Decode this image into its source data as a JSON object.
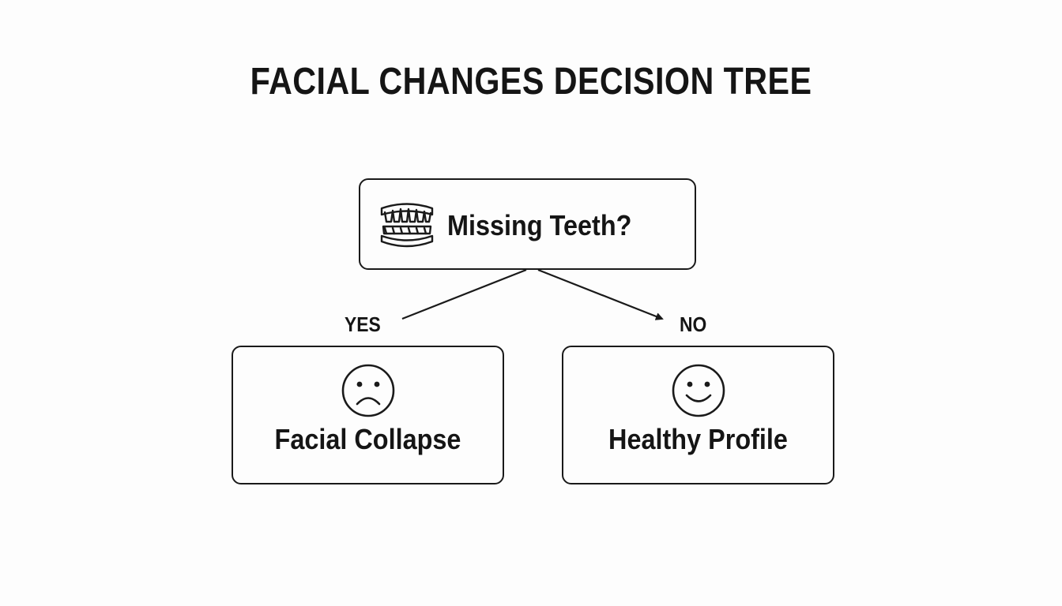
{
  "title": "FACIAL CHANGES DECISION TREE",
  "root": {
    "label": "Missing Teeth?",
    "icon": "dentures-icon"
  },
  "branches": {
    "yes": {
      "edge_label": "YES",
      "label": "Facial Collapse",
      "icon": "sad-face-icon"
    },
    "no": {
      "edge_label": "NO",
      "label": "Healthy Profile",
      "icon": "smiley-face-icon"
    }
  },
  "colors": {
    "background": "#fdfdfd",
    "stroke": "#1a1a1a",
    "text": "#151515"
  }
}
